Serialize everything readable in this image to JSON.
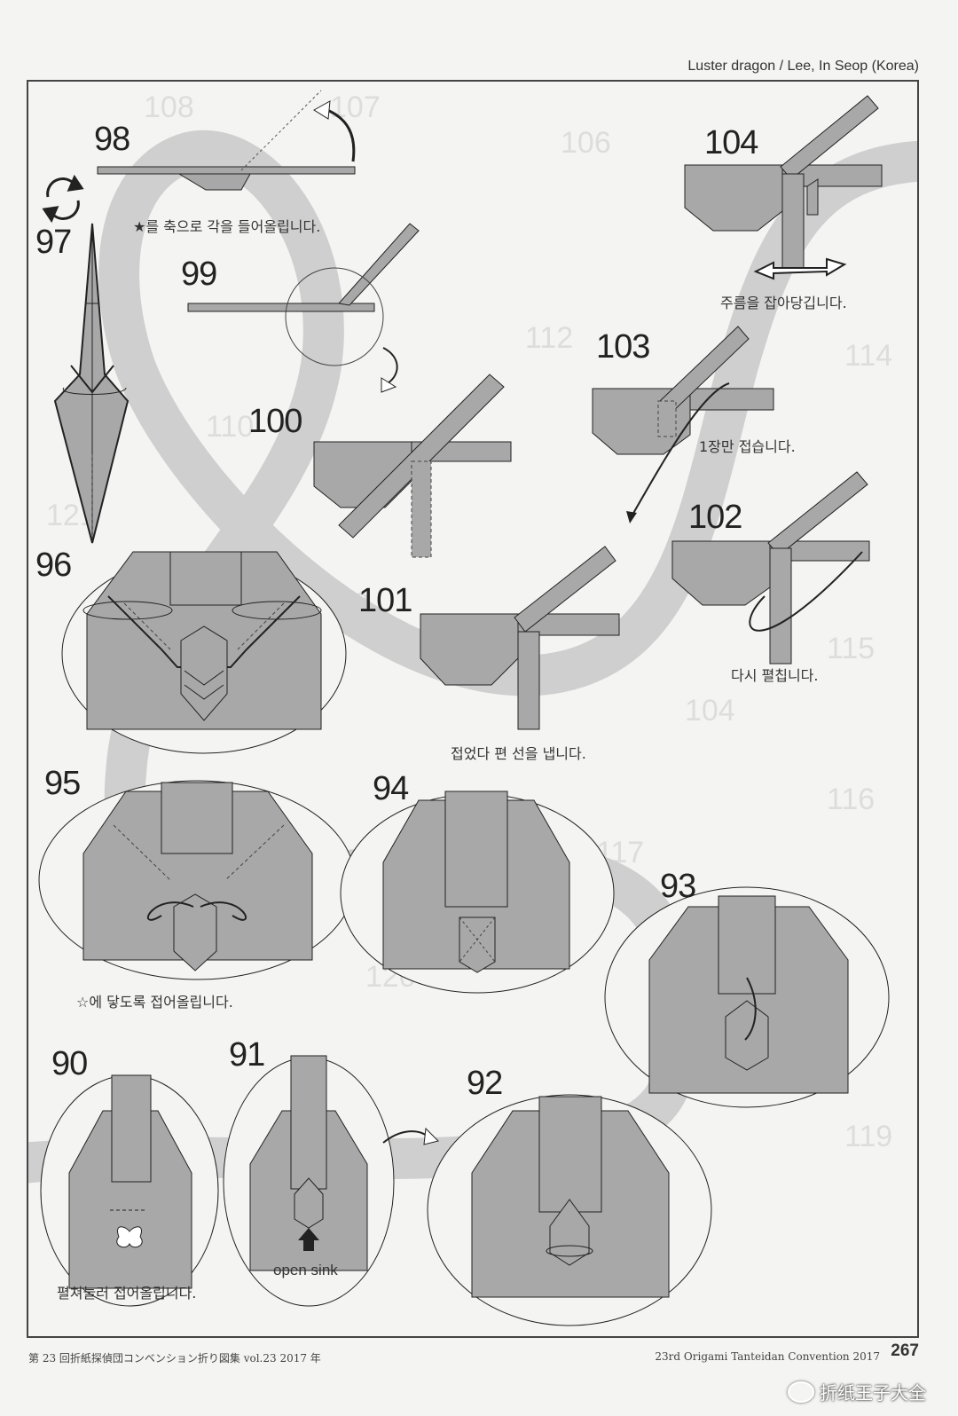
{
  "header": {
    "title": "Luster dragon / Lee, In Seop (Korea)"
  },
  "steps": {
    "s90": "90",
    "s91": "91",
    "s92": "92",
    "s93": "93",
    "s94": "94",
    "s95": "95",
    "s96": "96",
    "s97": "97",
    "s98": "98",
    "s99": "99",
    "s100": "100",
    "s101": "101",
    "s102": "102",
    "s103": "103",
    "s104": "104"
  },
  "captions": {
    "c98": "★를 축으로 각을 들어올립니다.",
    "c104": "주름을 잡아당깁니다.",
    "c103": "1장만 접습니다.",
    "c102": "다시 펼칩니다.",
    "c101": "접었다 편 선을 냅니다.",
    "c95": "☆에 닿도록 접어올립니다.",
    "c91": "open sink",
    "c90": "펼쳐눌러 접어올립니다."
  },
  "footer": {
    "left": "第 23 回折紙探偵団コンベンション折り図集 vol.23 2017 年",
    "right": "23rd Origami Tanteidan Convention 2017",
    "page": "267"
  },
  "watermark": {
    "text": "折纸王子大全"
  },
  "colors": {
    "paper": "#a8a8a8",
    "band": "#cfcfcf",
    "line": "#222222"
  }
}
